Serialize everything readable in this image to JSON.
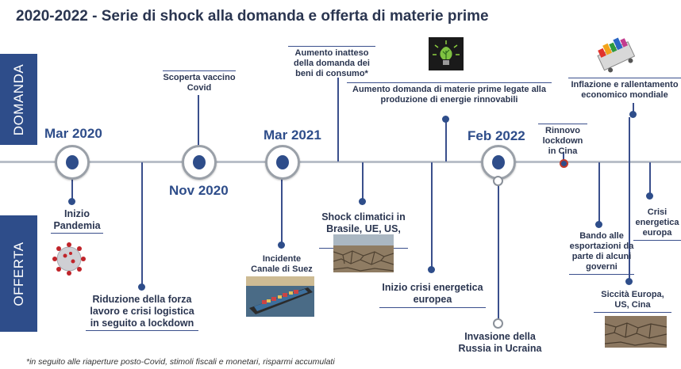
{
  "title": "2020-2022 - Serie di shock alla domanda e offerta di materie prime",
  "side": {
    "demand": "DOMANDA",
    "supply": "OFFERTA"
  },
  "dates": {
    "mar2020": "Mar 2020",
    "nov2020": "Nov 2020",
    "mar2021": "Mar 2021",
    "feb2022": "Feb 2022"
  },
  "events": {
    "pandemia": "Inizio Pandemia",
    "logistica": "Riduzione della forza lavoro e crisi logistica in seguito a lockdown",
    "vaccino": "Scoperta vaccino Covid",
    "suez": "Incidente Canale di Suez",
    "consumo": "Aumento inatteso della domanda dei beni di consumo*",
    "climatici": "Shock climatici in Brasile, UE, US, NZ",
    "rinnovabili": "Aumento domanda di  materie prime legate alla produzione di energie rinnovabili",
    "crisi_eu1": "Inizio crisi energetica europea",
    "invasione": "Invasione della Russia in Ucraina",
    "cina": "Rinnovo lockdown in Cina",
    "inflazione": "Inflazione e rallentamento economico mondiale",
    "bando": "Bando alle esportazioni da parte di alcuni governi",
    "crisi_eu2": "Crisi energetica europa",
    "siccita": "Siccità Europa, US, Cina"
  },
  "footnote": "*in seguito alle riaperture posto-Covid, stimoli fiscali e monetari, risparmi accumulati"
}
